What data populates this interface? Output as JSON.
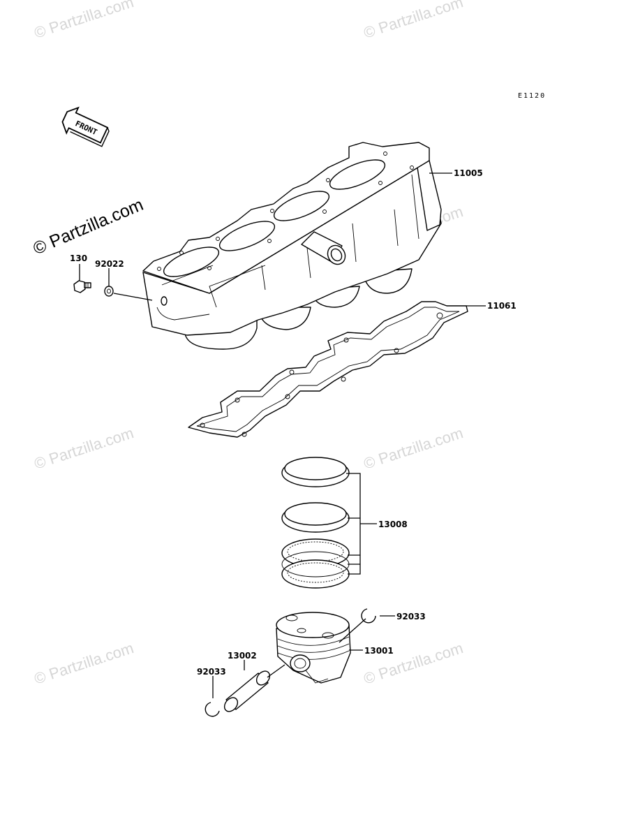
{
  "watermark": "© Partzilla.com",
  "diagram_code": "E1120",
  "front_label": "FRONT",
  "parts": {
    "cylinder": "11005",
    "bolt": "130",
    "washer": "92022",
    "gasket": "11061",
    "ring_set": "13008",
    "circlip_right": "92033",
    "piston_pin": "13002",
    "piston": "13001",
    "circlip_left": "92033"
  }
}
